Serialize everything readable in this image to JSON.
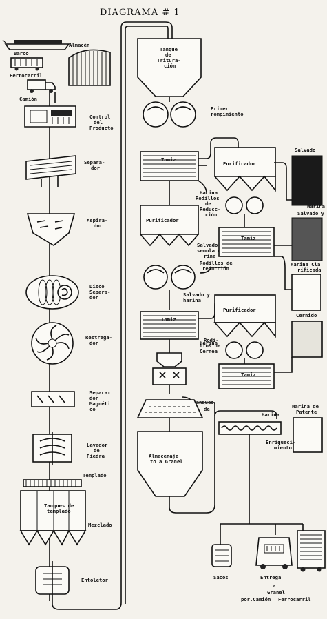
{
  "title": "DIAGRAMA # 1",
  "left_column": {
    "almacen": "Almacén",
    "barco": "Barco",
    "ferrocarril": "Ferrocarril",
    "camion": "Camión",
    "control": [
      "Control",
      "del",
      "Producto"
    ],
    "separador": [
      "Separa-",
      "dor"
    ],
    "aspirador": [
      "Aspira-",
      "dor"
    ],
    "disco": [
      "Disco",
      "Separa-",
      "dor"
    ],
    "restregador": [
      "Restrega-",
      "dor"
    ],
    "magnetico": [
      "Separa-",
      "dor",
      "Magnéti",
      "co"
    ],
    "lavador": [
      "Lavador",
      "de",
      "Piedra"
    ],
    "templado": "Templado",
    "tanques_templado": [
      "Tanques de",
      "templado"
    ],
    "mezclado": "Mezclado",
    "entoletor": "Entoletor"
  },
  "center_column": {
    "tanque_trituracion": [
      "Tanque",
      "de",
      "Tritura-",
      "ción"
    ],
    "primer_rompimiento": [
      "Primer",
      "rompimiento"
    ],
    "tamiz": "Tamiz",
    "harina": "Harina",
    "purificador": "Purificador",
    "salvado_semola": [
      "Salvado y",
      "semola con ha-",
      "rina"
    ],
    "rodillos_reduccion": [
      "Rodillos de",
      "reducción"
    ],
    "salvado_harina": [
      "Salvado y",
      "harina"
    ],
    "tanque_blanqueo": [
      "Blanqueo",
      "de"
    ],
    "almacenaje": [
      "Almacenaje",
      "to a Granel"
    ]
  },
  "right_column": {
    "rodillos_reduccion": [
      "Rodillos",
      "de",
      "Reducc-",
      "ción"
    ],
    "purificador": "Purificador",
    "tamiz": "Tamiz",
    "salvado": "Salvado",
    "harina_salvado": [
      "Harina",
      "Salvado y"
    ],
    "harina_clarificada": [
      "Harina Cla",
      "rificada"
    ],
    "cernido": "Cernido",
    "rodillos_cernido": [
      "Rodi-",
      "llos de",
      "Cernea"
    ],
    "harina_patente": [
      "Harina de",
      "Patente"
    ],
    "harina_label": "Harina",
    "enriquecimiento": [
      "Enriqueci-",
      "miento"
    ],
    "sacos": "Sacos",
    "entrega": [
      "Entrega",
      "a",
      "Granel"
    ],
    "por_camion": "por.Camión",
    "ferrocarril": "Ferrocarril"
  }
}
